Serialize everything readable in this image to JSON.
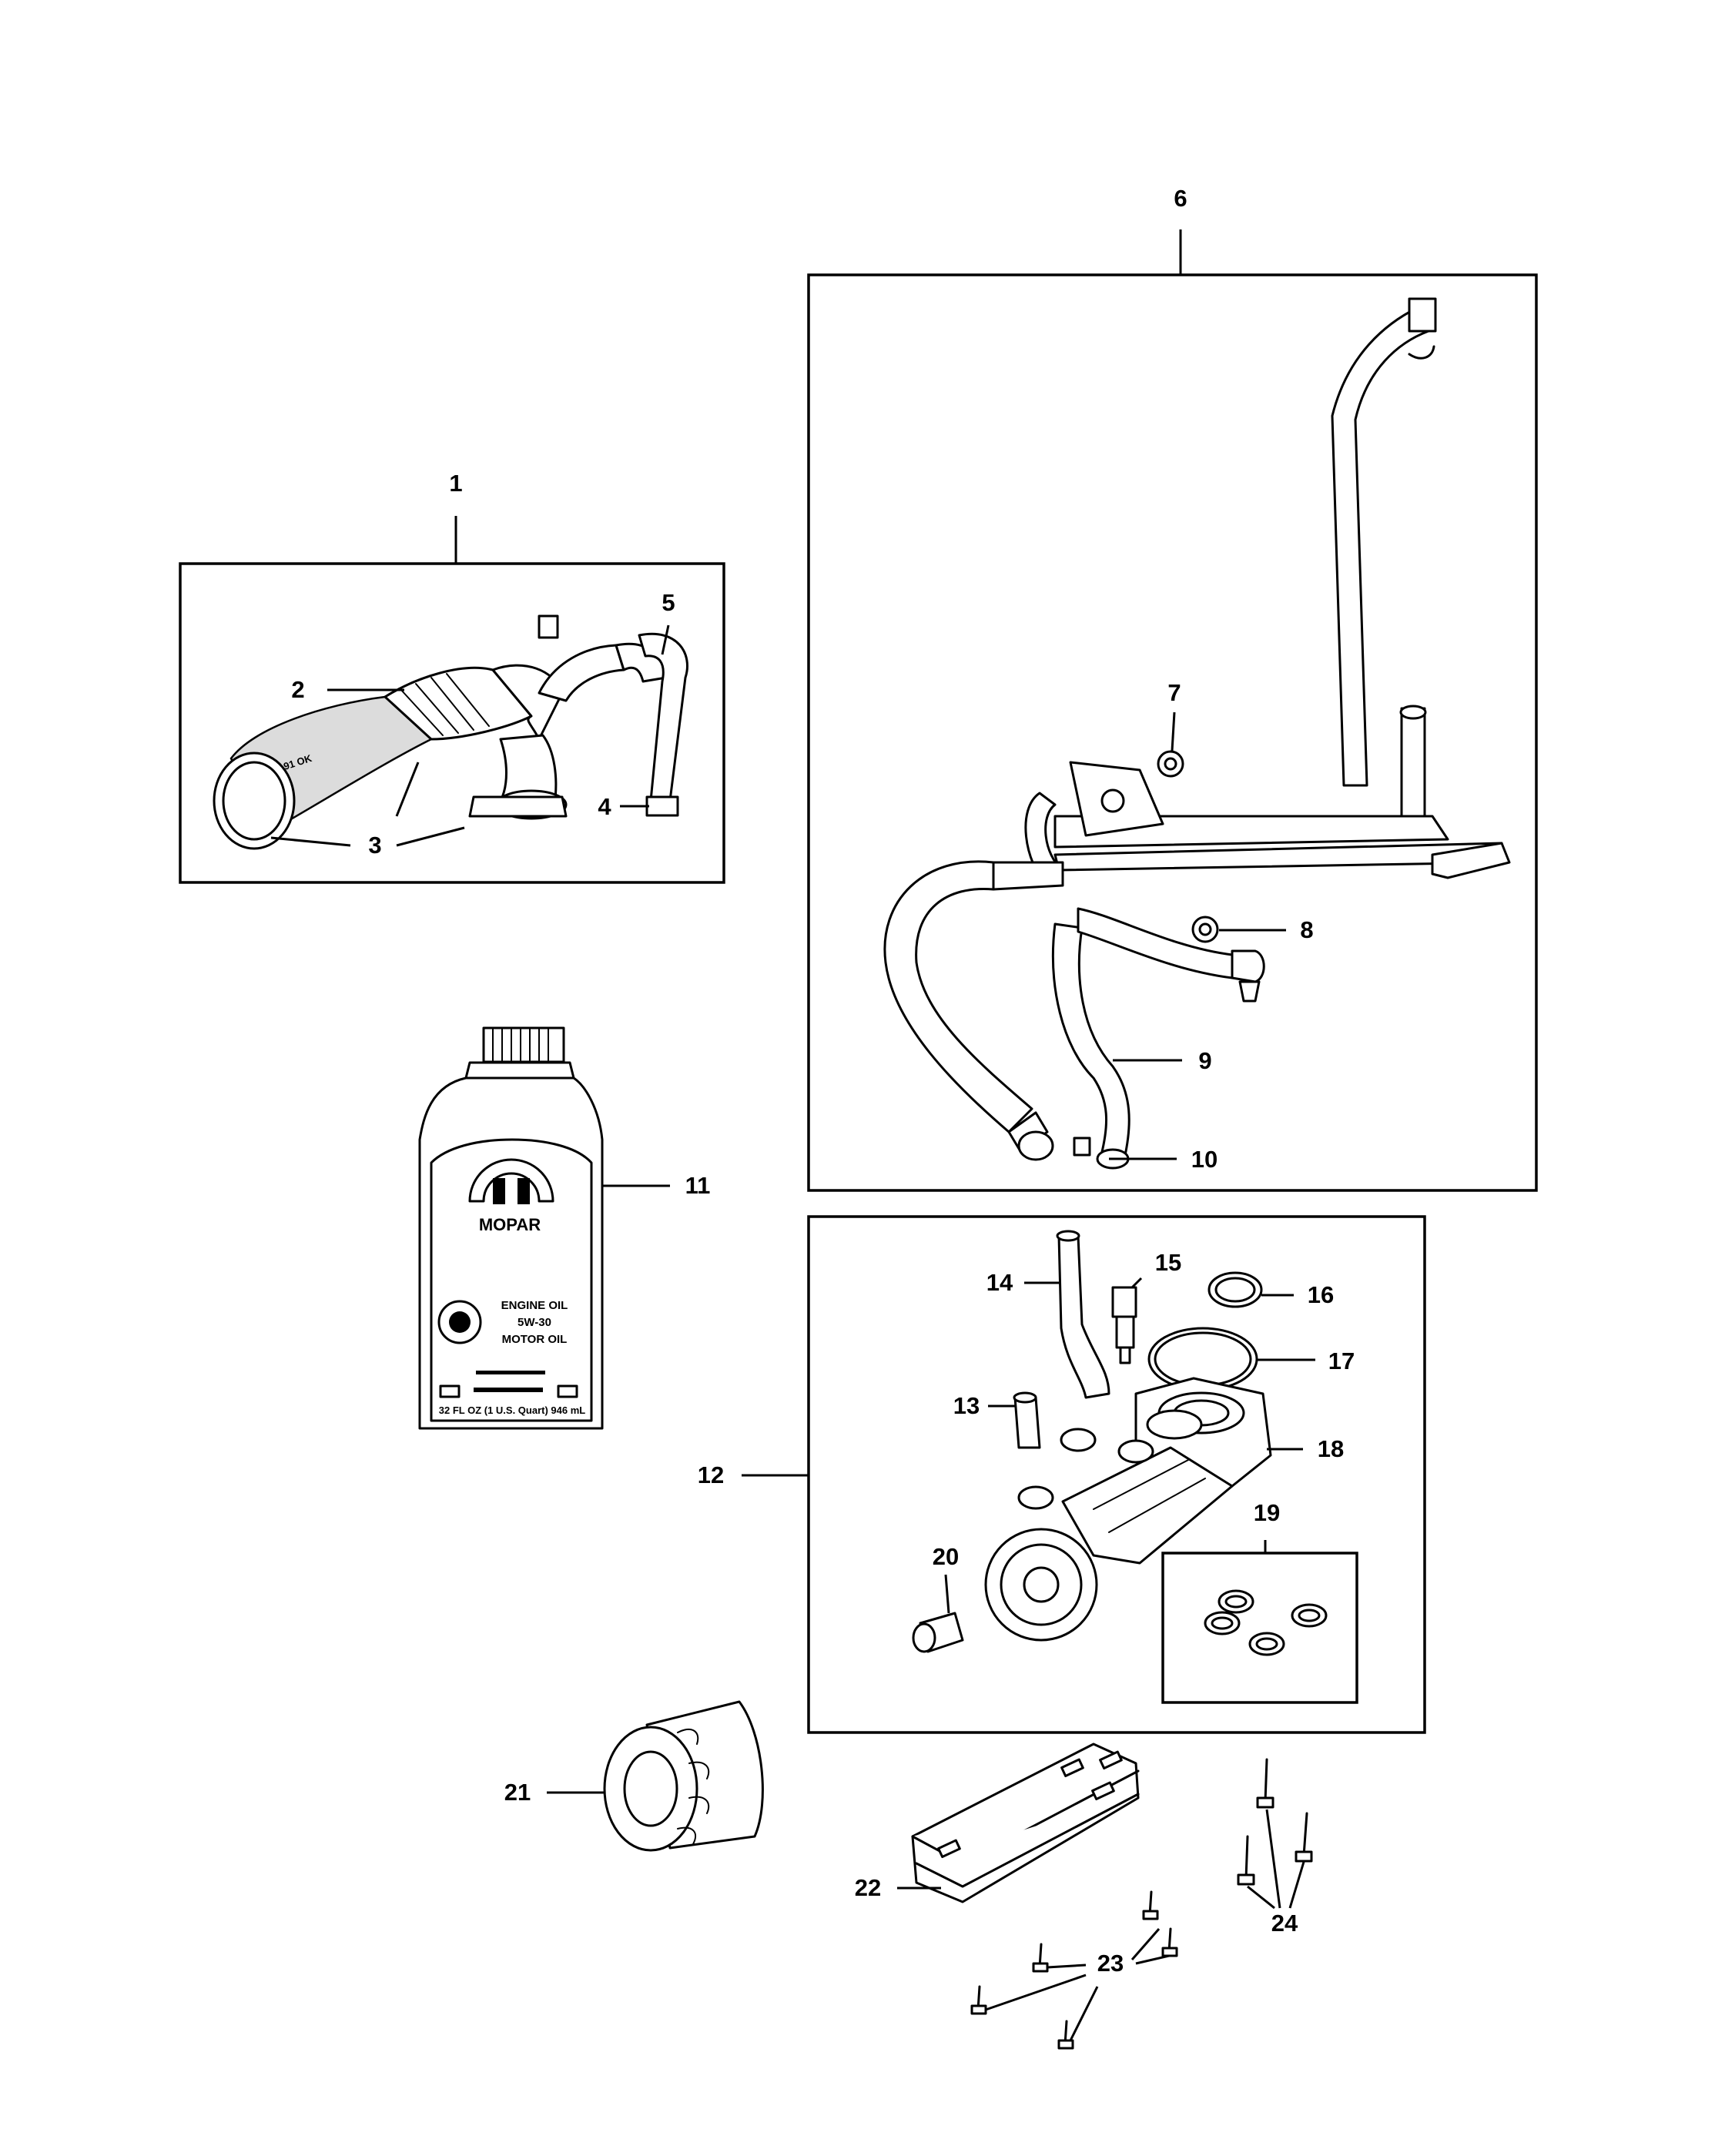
{
  "callouts": {
    "c1": "1",
    "c2": "2",
    "c3": "3",
    "c4": "4",
    "c5": "5",
    "c6": "6",
    "c7": "7",
    "c8": "8",
    "c9": "9",
    "c10": "10",
    "c11": "11",
    "c12": "12",
    "c13": "13",
    "c14": "14",
    "c15": "15",
    "c16": "16",
    "c17": "17",
    "c18": "18",
    "c19": "19",
    "c20": "20",
    "c21": "21",
    "c22": "22",
    "c23": "23",
    "c24": "24"
  },
  "bottle_label": {
    "brand": "MOPAR",
    "line1": "ENGINE OIL",
    "line2": "5W-30",
    "line3": "MOTOR OIL",
    "volume": "32 FL OZ (1 U.S. Quart) 946 mL"
  },
  "hose_stamp": "91 OK"
}
